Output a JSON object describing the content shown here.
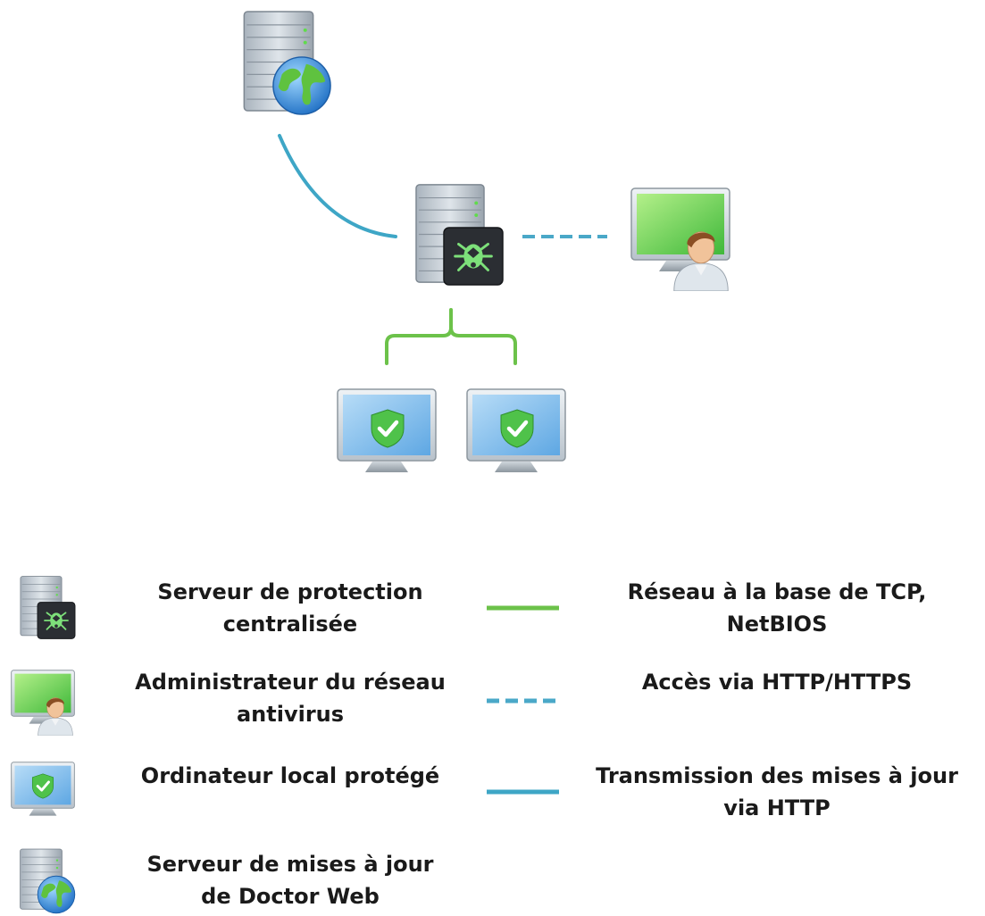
{
  "colors": {
    "network_tcp": "#6cc24a",
    "access_http": "#4aa8c8",
    "update_http": "#3ea6c6",
    "drweb_green": "#7de07a",
    "screen_green": "#5fcf4a",
    "screen_blue": "#8fc6ef",
    "shield_green": "#4fc24a",
    "globe_blue": "#3f8fd9"
  },
  "diagram": {
    "nodes": [
      {
        "id": "update-server",
        "icon": "server-globe-icon"
      },
      {
        "id": "central-server",
        "icon": "server-drweb-icon"
      },
      {
        "id": "admin-workstation",
        "icon": "monitor-admin-icon"
      },
      {
        "id": "protected-pc-1",
        "icon": "monitor-shield-icon"
      },
      {
        "id": "protected-pc-2",
        "icon": "monitor-shield-icon"
      }
    ],
    "links": [
      {
        "from": "update-server",
        "to": "central-server",
        "type": "update_http"
      },
      {
        "from": "central-server",
        "to": "admin-workstation",
        "type": "access_http"
      },
      {
        "from": "central-server",
        "to": "protected-pc-1",
        "type": "network_tcp"
      },
      {
        "from": "central-server",
        "to": "protected-pc-2",
        "type": "network_tcp"
      }
    ]
  },
  "legend": {
    "nodes": [
      {
        "icon": "server-drweb-icon",
        "label": "Serveur de protection\ncentralisée"
      },
      {
        "icon": "monitor-admin-icon",
        "label": "Administrateur du réseau\nantivirus"
      },
      {
        "icon": "monitor-shield-icon",
        "label": "Ordinateur local protégé"
      },
      {
        "icon": "server-globe-icon",
        "label": "Serveur de mises à jour\nde Doctor Web"
      }
    ],
    "lines": [
      {
        "type": "network_tcp",
        "style": "solid",
        "label": "Réseau à la base de TCP,\nNetBIOS"
      },
      {
        "type": "access_http",
        "style": "dashed",
        "label": "Accès via HTTP/HTTPS"
      },
      {
        "type": "update_http",
        "style": "solid",
        "label": "Transmission des mises à jour\nvia HTTP"
      }
    ]
  }
}
